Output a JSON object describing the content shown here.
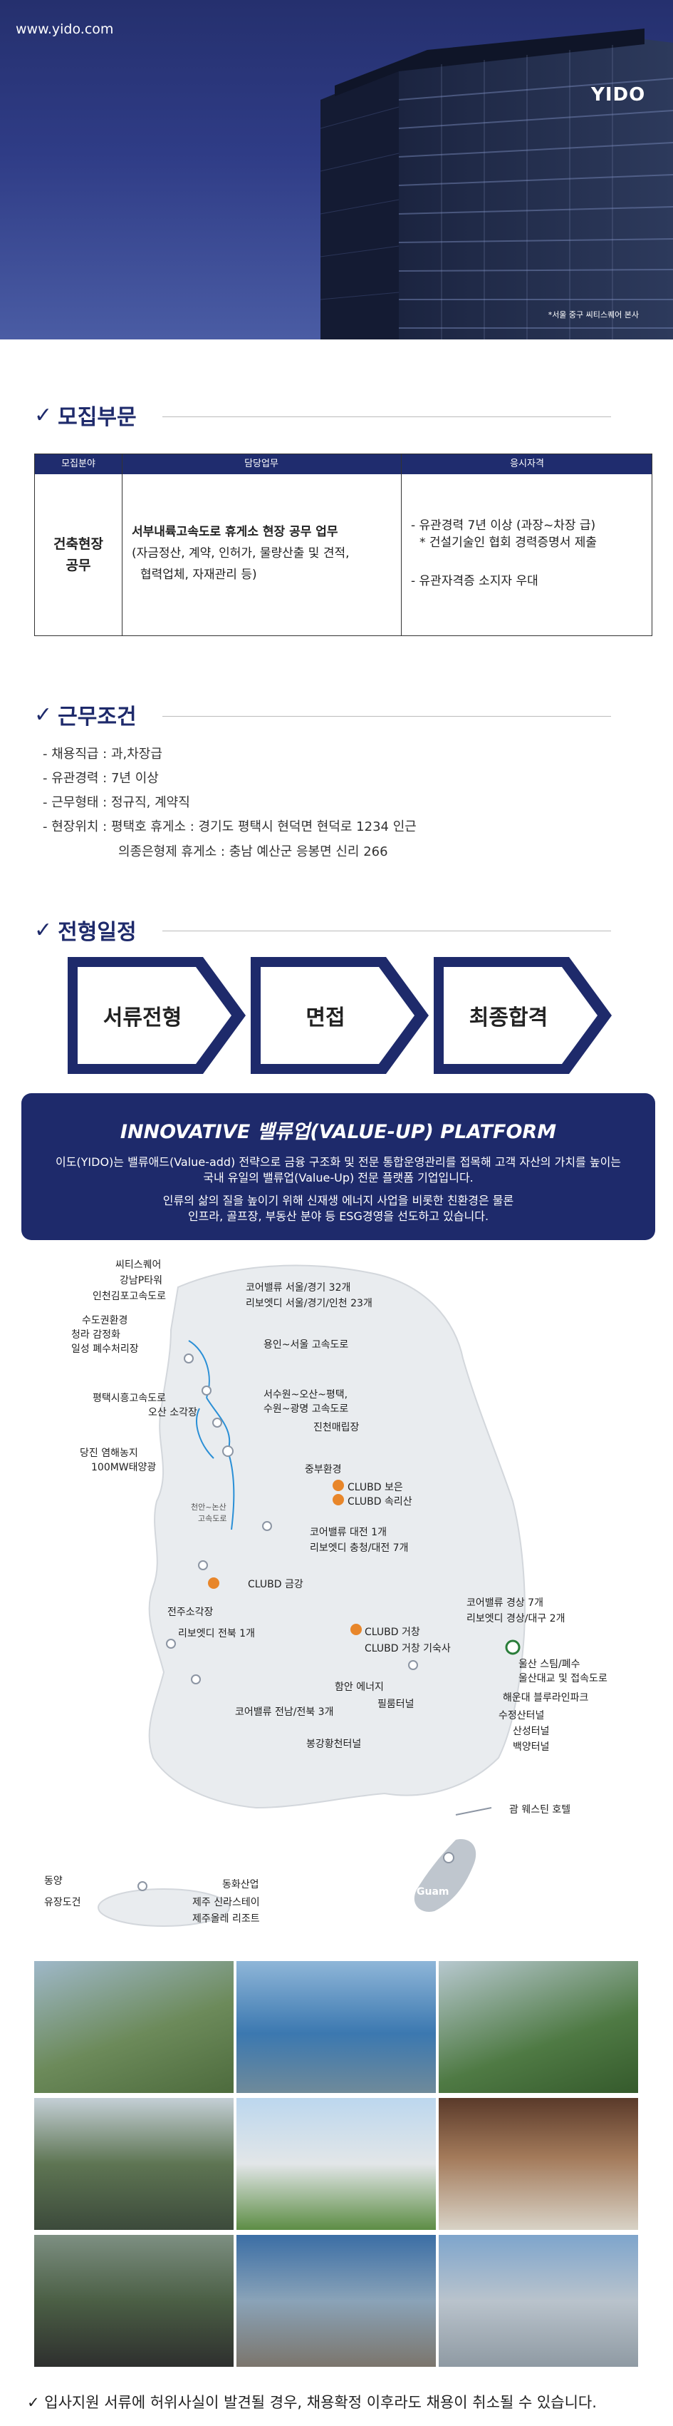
{
  "hero": {
    "url": "www.yido.com",
    "building_sign": "YIDO",
    "caption": "*서울 중구 씨티스퀘어 본사"
  },
  "sections": {
    "recruit_title": "모집부문",
    "conditions_title": "근무조건",
    "process_title": "전형일정"
  },
  "recruit_table": {
    "headers": [
      "모집분야",
      "담당업무",
      "응시자격"
    ],
    "field": "건축현장 공무",
    "duty_title": "서부내륙고속도로 휴게소 현장 공무 업무",
    "duty_detail_1": "(자금정산, 계약, 인허가, 물량산출 및 견적,",
    "duty_detail_2": "협력업체, 자재관리 등)",
    "qual_1": "- 유관경력 7년 이상 (과장~차장 급)",
    "qual_2": "* 건설기술인 협회 경력증명서 제출",
    "qual_3": "- 유관자격증 소지자 우대"
  },
  "conditions": [
    "- 채용직급 : 과,차장급",
    "- 유관경력 : 7년 이상",
    "- 근무형태 : 정규직, 계약직",
    "- 현장위치 : 평택호 휴게소 : 경기도 평택시 현덕면 현덕로 1234 인근",
    "의종은형제 휴게소 : 충남 예산군 응봉면 신리 266"
  ],
  "process": [
    "서류전형",
    "면접",
    "최종합격"
  ],
  "platform": {
    "title": "INNOVATIVE 밸류업(VALUE-UP) PLATFORM",
    "line1": "이도(YIDO)는 밸류애드(Value-add) 전략으로 금융 구조화 및 전문 통합운영관리를 접목해 고객 자산의 가치를 높이는",
    "line2": "국내 유일의 밸류업(Value-Up) 전문 플랫폼 기업입니다.",
    "line3": "인류의 삶의 질을 높이기 위해 신재생 에너지 사업을 비롯한 친환경은 물론",
    "line4": "인프라, 골프장, 부동산 분야 등 ESG경영을 선도하고 있습니다."
  },
  "map_labels": {
    "citysquare": "씨티스퀘어",
    "gangnam": "강남P타워",
    "incheon_airport": "인천김포고속도로",
    "seoul_gg": "코어밸류 서울/경기 32개",
    "rebot_seoul": "리보엣디 서울/경기/인천 23개",
    "suwon_water": "수도권환경",
    "cheongju": "청라 감정화",
    "ilsan": "일성 폐수처리장",
    "yongin": "용인~서울 고속도로",
    "pyeongtaek_hwy": "평택시흥고속도로",
    "osan": "오산 소각장",
    "suwon_osan": "서수원~오산~평택,",
    "suwon_gwangmyeong": "수원~광명 고속도로",
    "jincheon": "진천매립장",
    "dangjin": "당진 염해농지",
    "dangjin_mw": "100MW태양광",
    "jungbu": "중부환경",
    "clubd_boeun": "CLUBD 보은",
    "clubd_songni": "CLUBD 속리산",
    "cheonan": "천안~논산",
    "cheonan2": "고속도로",
    "daejeon": "코어밸류 대전 1개",
    "rebot_chung": "리보엣디 충청/대전 7개",
    "clubd_geumgang": "CLUBD 금강",
    "gyeongsang": "코어밸류 경상 7개",
    "rebot_gs": "리보엣디 경상/대구 2개",
    "jeonju": "전주소각장",
    "rebot_jb": "리보엣디 전북 1개",
    "clubd_geochang": "CLUBD 거창",
    "clubd_geochang2": "CLUBD 거창 기숙사",
    "ulsan": "울산 스팀/폐수",
    "ulsan_bridge": "울산대교 및 접속도로",
    "haeundae": "해운대 블루라인파크",
    "hapcheon": "함안 에너지",
    "pillenergy": "필룸터널",
    "suiyeong": "수정산터널",
    "sansung": "산성터널",
    "baekyang": "백양터널",
    "jeonnam": "코어밸류 전남/전북 3개",
    "bonggang": "봉강황천터널",
    "guam_hotel": "괌 웨스틴 호텔",
    "guam": "Guam",
    "dongyang": "동양",
    "yujangdo": "유장도건",
    "donghwa": "동화산업",
    "jeju_shilla": "제주 신라스테이",
    "jeju_resort": "제주올레 리조트"
  },
  "photo_grid_count": 9,
  "footer_note": "✓ 입사지원 서류에 허위사실이 발견될 경우, 채용확정 이후라도 채용이 취소될 수 있습니다.",
  "colors": {
    "navy": "#1e2a6b",
    "header_bg": "#1f2c6e",
    "map_gray": "#e9ecef",
    "orange": "#e8862a",
    "green": "#6fb33a",
    "blue_line": "#2a8fd6"
  }
}
